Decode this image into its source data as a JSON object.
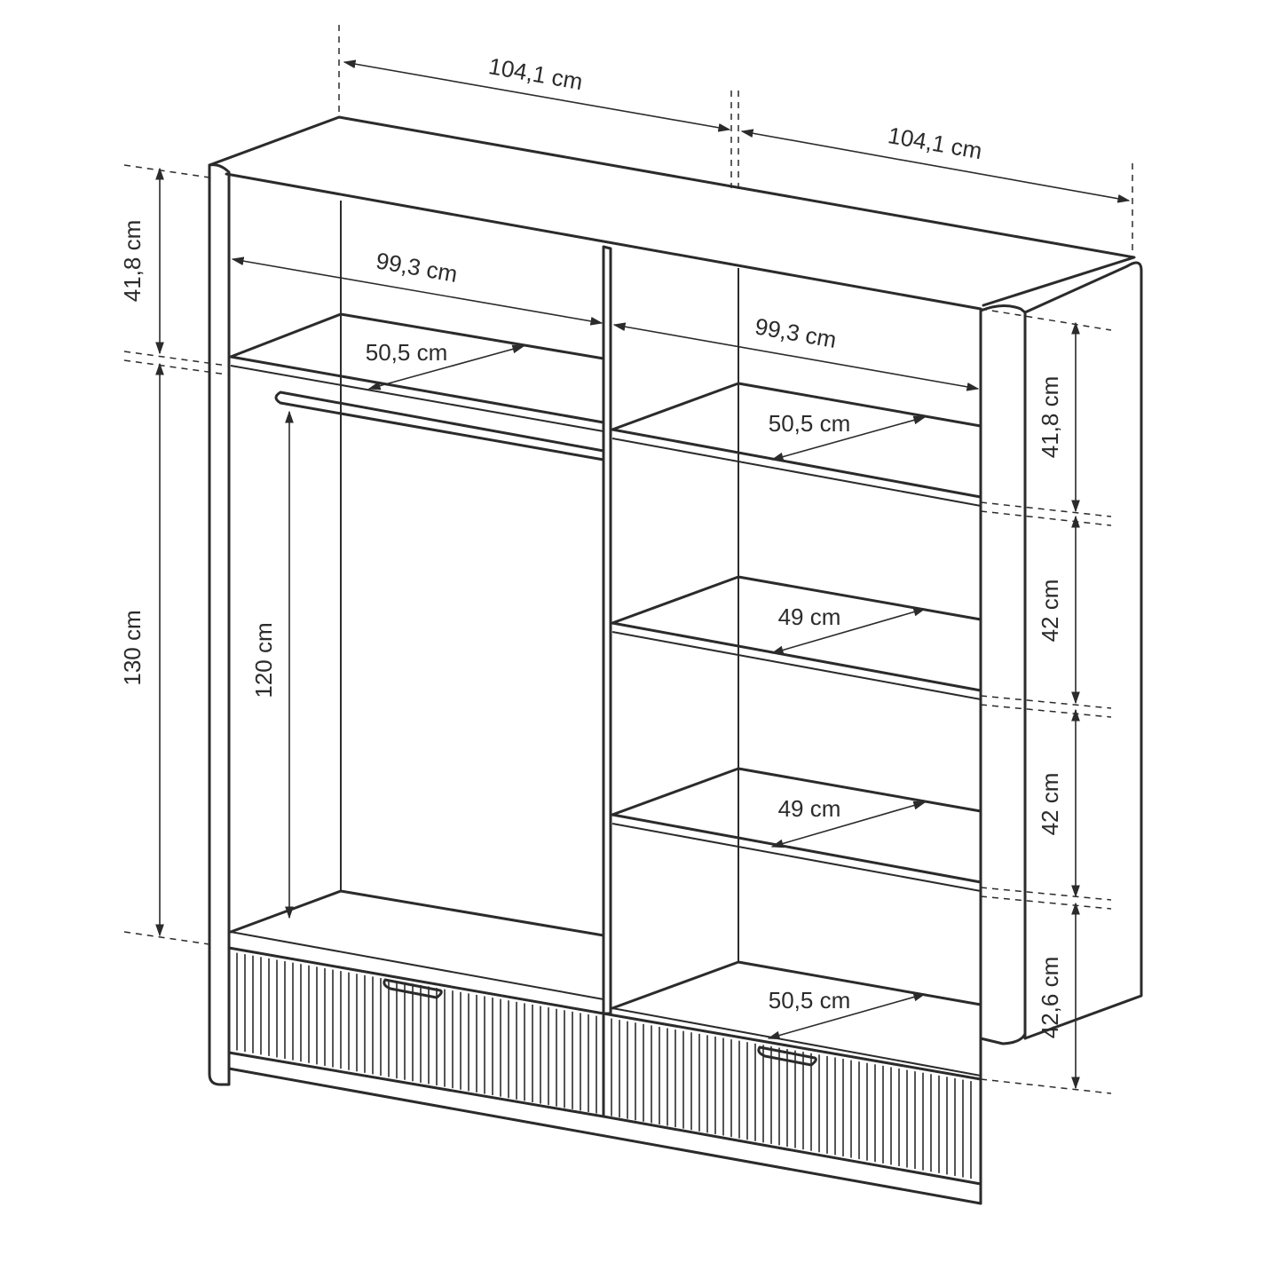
{
  "colors": {
    "line": "#2b2b2b",
    "background": "#ffffff"
  },
  "dimensions": {
    "top_width_left": "104,1 cm",
    "top_width_right": "104,1 cm",
    "inner_width_left": "99,3 cm",
    "inner_width_right": "99,3 cm",
    "depth_top_left_shelf": "50,5 cm",
    "depth_right_shelf_1": "50,5 cm",
    "depth_right_shelf_2": "49 cm",
    "depth_right_shelf_3": "49 cm",
    "depth_right_bottom": "50,5 cm",
    "height_left_top": "41,8 cm",
    "height_left_main": "130 cm",
    "height_hanging": "120 cm",
    "height_right_1": "41,8 cm",
    "height_right_2": "42 cm",
    "height_right_3": "42 cm",
    "height_right_4": "42,6 cm"
  }
}
